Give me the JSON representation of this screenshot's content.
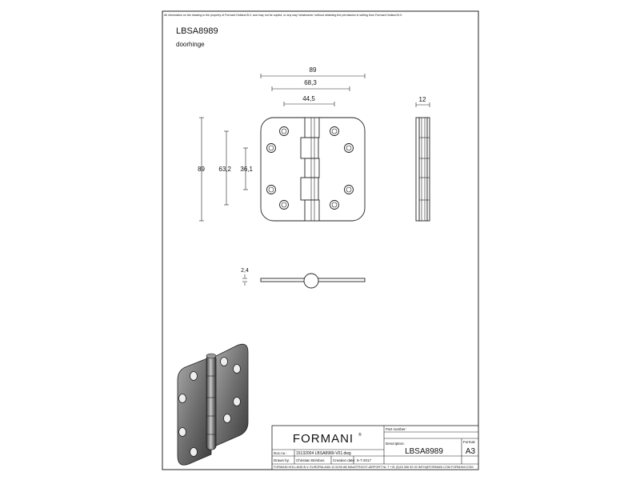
{
  "disclaimer": "All information on the drawing is the property of Formani Holland B.V. and may not be copied, or any way 'whatsoever' without obtaining the permission in writing from Formani Holland B.V.",
  "product": {
    "code": "LBSA8989",
    "name": "doorhinge"
  },
  "dimensions": {
    "width_overall": "89",
    "width_mid": "68,3",
    "width_inner": "44,5",
    "thickness": "12",
    "height_overall": "89",
    "height_mid": "63,2",
    "height_inner": "36,1",
    "leaf_thickness": "2,4"
  },
  "title_block": {
    "brand": "FORMANI",
    "registered": "®",
    "part_number_label": "Part number:",
    "part_number": "",
    "description_label": "Description:",
    "description": "LBSA8989",
    "format_label": "Format:",
    "format": "A3",
    "doc_no_label": "Doc.no.:",
    "doc_no": "15132004 LBSA8989-V01.dwg",
    "drawn_by_label": "Drawn by:",
    "drawn_by": "Christian Brimbos",
    "creation_date_label": "Creation date:",
    "creation_date": "5-7-2017",
    "footer": "FORMANI HOLLAND B.V.   EUROPALAAN 12  6199 AB MAASTRICHT-AIRPORT NL  T +31 (0)43 306 90 00  INFO@FORMANI.COM  FORMANI.COM"
  },
  "colors": {
    "line": "#222222",
    "shade_dark": "#4a4a4a",
    "shade_light": "#9a9a9a"
  }
}
